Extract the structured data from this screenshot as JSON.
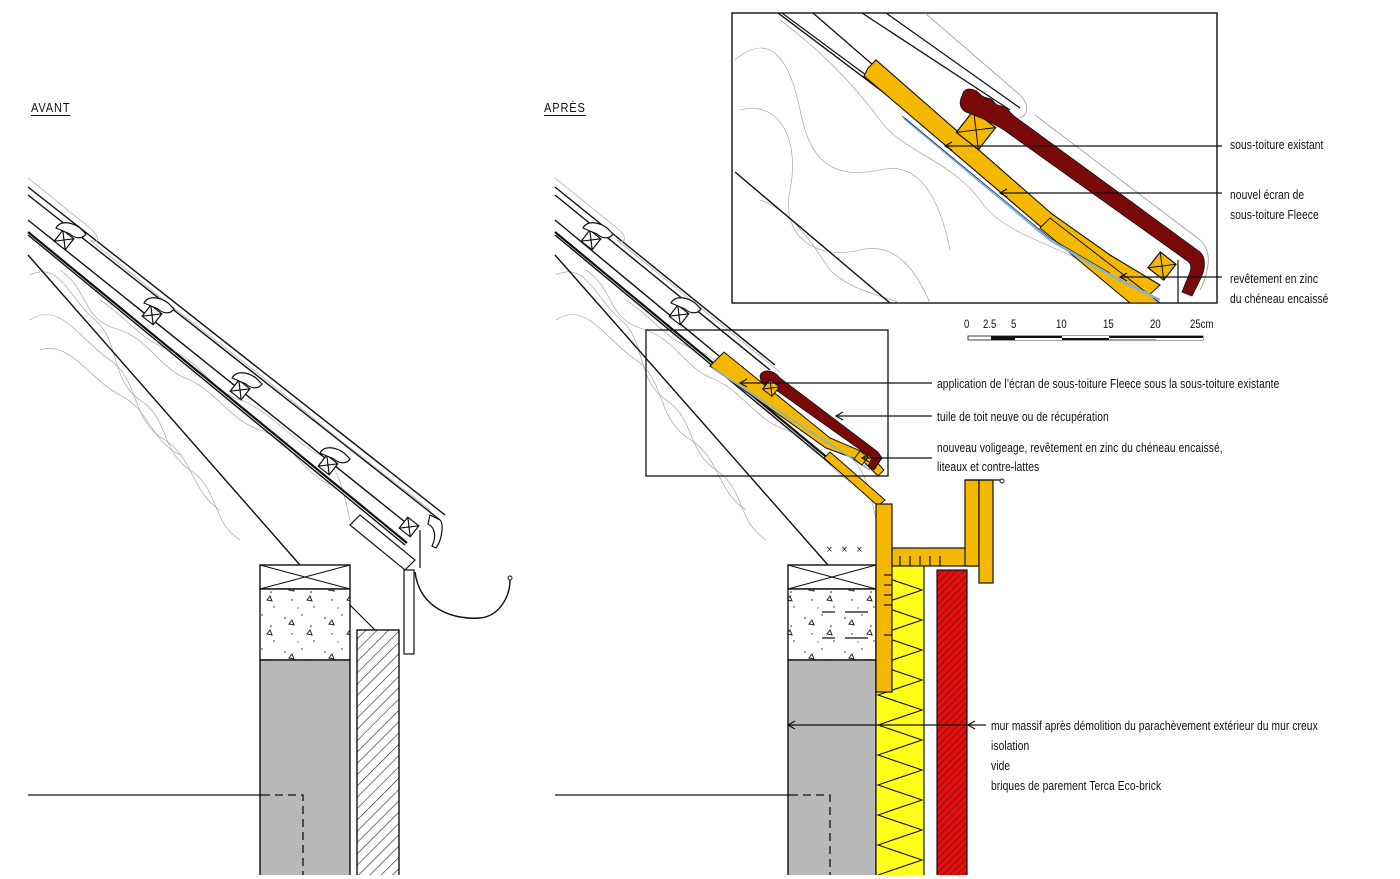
{
  "titles": {
    "before": "AVANT",
    "after": "APRÈS"
  },
  "detail_callouts": [
    {
      "id": "existing-underlay",
      "text": "sous-toiture existant"
    },
    {
      "id": "new-fleece-screen",
      "line1": "nouvel écran de",
      "line2": "sous-toiture Fleece"
    },
    {
      "id": "zinc-gutter-lining",
      "line1": "revêtement en zinc",
      "line2": "du chéneau encaissé"
    }
  ],
  "scale_bar": {
    "ticks": [
      "0",
      "2.5",
      "5",
      "10",
      "15",
      "20",
      "25cm"
    ]
  },
  "main_callouts": [
    {
      "id": "fleece-application",
      "text": "application de l’écran de sous-toiture Fleece sous la sous-toiture existante"
    },
    {
      "id": "roof-tile",
      "text": "tuile de toit neuve ou de récupération"
    },
    {
      "id": "boarding",
      "line1": "nouveau voligeage, revêtement en zinc du chéneau encaissé,",
      "line2": "liteaux et contre-lattes"
    }
  ],
  "wall_legend": [
    "mur massif après démolition du parachèvement extérieur du mur creux",
    "isolation",
    "vide",
    "briques de parement Terca Eco-brick"
  ],
  "colors": {
    "timber": "#F5B800",
    "tile": "#7A0A0A",
    "insulation": "#FFFF1A",
    "brick": "#E01010",
    "masonry_grey": "#B8B8B8",
    "membrane_blue": "#7FB2E0",
    "line": "#111111",
    "light_line": "#9a9a9a"
  }
}
